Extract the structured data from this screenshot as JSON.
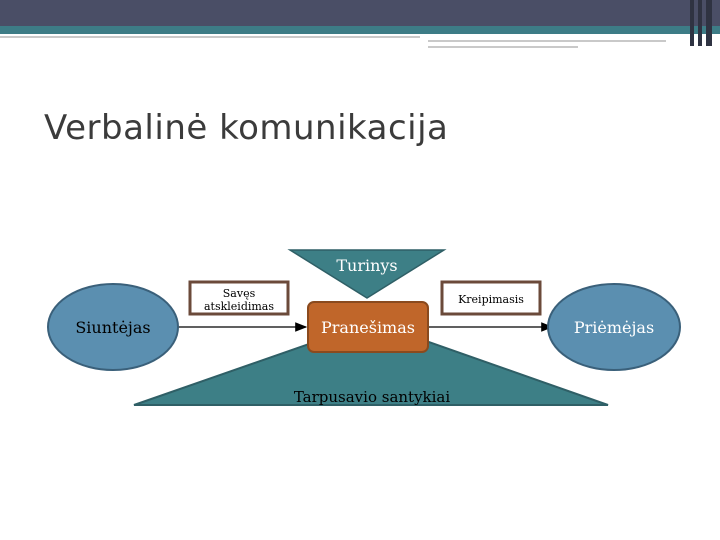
{
  "slide": {
    "title": "Verbalinė komunikacija"
  },
  "diagram": {
    "sender": "Siuntėjas",
    "receiver": "Priėmėjas",
    "message": "Pranešimas",
    "content": "Turinys",
    "self_disclosure_line1": "Savęs",
    "self_disclosure_line2": "atskleidimas",
    "appeal": "Kreipimasis",
    "relationship": "Tarpusavio santykiai"
  },
  "colors": {
    "header_dark": "#4a4e66",
    "header_teal": "#3d7c86",
    "ellipse_fill": "#5b8fb0",
    "message_fill": "#c0662a",
    "triangle_fill": "#3d7f86",
    "box_border": "#6b4a3a"
  }
}
